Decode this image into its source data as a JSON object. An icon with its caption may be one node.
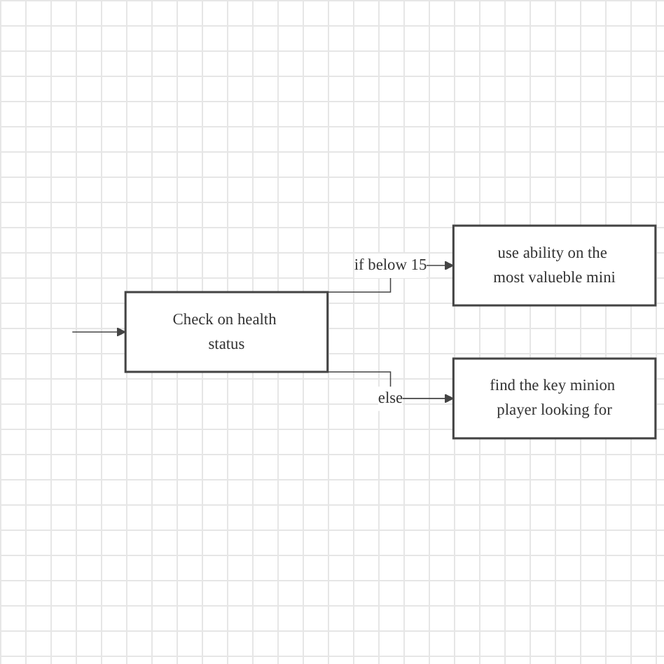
{
  "diagram": {
    "nodes": [
      {
        "text": [
          "Check on health status"
        ]
      },
      {
        "text": [
          "use ability on the most valueble mini"
        ]
      },
      {
        "text": [
          "find the key minion player looking for"
        ]
      }
    ],
    "edges": [
      {
        "from": null,
        "to": 0,
        "arrow": "to"
      },
      {
        "from": 0,
        "to": 1,
        "arrow": "to",
        "label": "if below 15"
      },
      {
        "from": 0,
        "to": 2,
        "arrow": "to",
        "label": "else"
      }
    ]
  }
}
